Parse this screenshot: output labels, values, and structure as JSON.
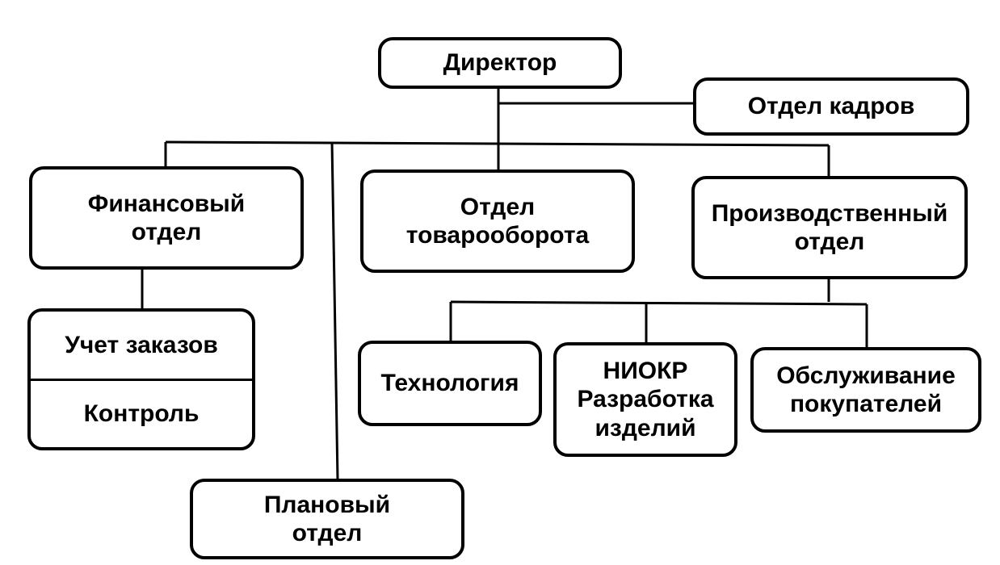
{
  "nodes": {
    "director": {
      "lines": [
        "Директор"
      ]
    },
    "hr": {
      "lines": [
        "Отдел кадров"
      ]
    },
    "finance": {
      "lines": [
        "Финансовый",
        "отдел"
      ]
    },
    "trade": {
      "lines": [
        "Отдел",
        "товарооборота"
      ]
    },
    "production": {
      "lines": [
        "Производственный",
        "отдел"
      ]
    },
    "orders": {
      "lines": [
        "Учет заказов",
        "Контроль"
      ]
    },
    "planning": {
      "lines": [
        "Плановый",
        "отдел"
      ]
    },
    "technology": {
      "lines": [
        "Технология"
      ]
    },
    "rnd": {
      "lines": [
        "НИОКР",
        "Разработка",
        "изделий"
      ]
    },
    "service": {
      "lines": [
        "Обслуживание",
        "покупателей"
      ]
    }
  }
}
